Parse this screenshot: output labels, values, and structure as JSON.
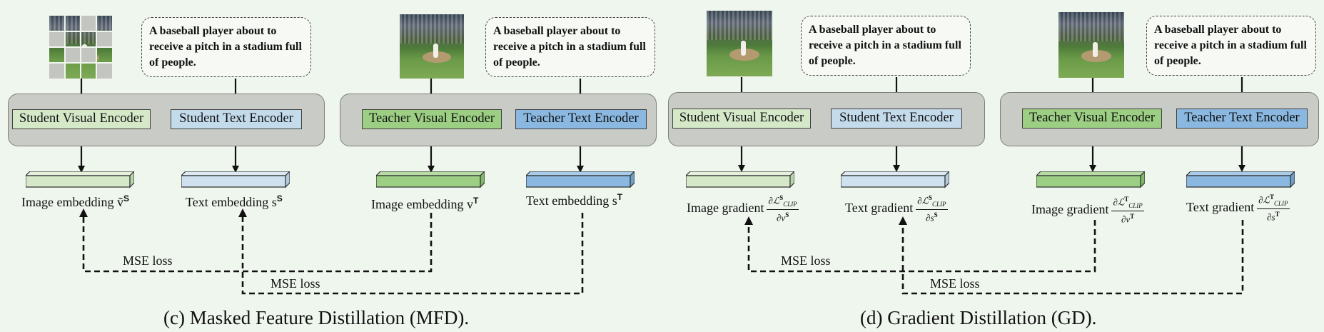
{
  "caption_text": "A baseball player about to receive a pitch in a stadium full of people.",
  "encoders": {
    "student_visual": "Student Visual Encoder",
    "student_text": "Student Text Encoder",
    "teacher_visual": "Teacher Visual Encoder",
    "teacher_text": "Teacher Text Encoder"
  },
  "mfd": {
    "image_embed_student": "Image embedding ṽ",
    "text_embed_student": "Text embedding s",
    "image_embed_teacher": "Image embedding v",
    "text_embed_teacher": "Text embedding s",
    "sup_S": "S",
    "sup_T": "T",
    "loss1": "MSE loss",
    "loss2": "MSE loss",
    "caption": "(c) Masked Feature Distillation (MFD)."
  },
  "gd": {
    "image_grad_student": "Image gradient",
    "text_grad_student": "Text gradient",
    "image_grad_teacher": "Image gradient",
    "text_grad_teacher": "Text gradient",
    "frac_num": "∂ℒ",
    "frac_sub": "CLIP",
    "den_v": "∂v",
    "den_s": "∂s",
    "sup_S": "S",
    "sup_T": "T",
    "loss1": "MSE loss",
    "loss2": "MSE loss",
    "caption": "(d) Gradient Distillation (GD)."
  },
  "colors": {
    "student_visual": "#d5e9c9",
    "student_text": "#c4dbec",
    "teacher_visual": "#9ccf83",
    "teacher_text": "#8ab8e0"
  }
}
